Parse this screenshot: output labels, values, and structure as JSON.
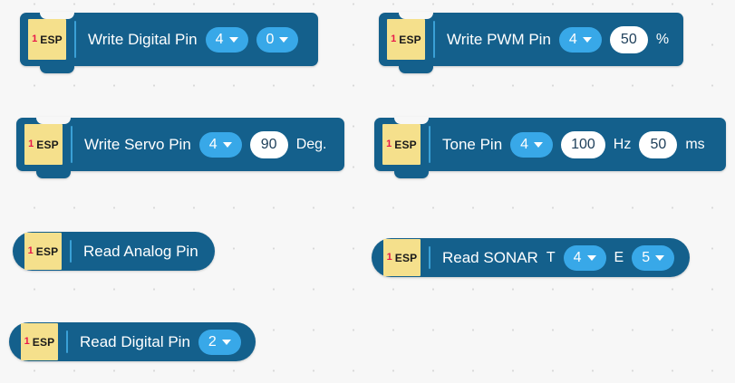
{
  "canvas": {
    "background_color": "#f7f7f7",
    "grid_dot_color": "#d9d9d9",
    "block_color": "#14608c",
    "badge_color": "#f5e08c",
    "badge_number_color": "#e8174a",
    "dropdown_color": "#38a8e8",
    "input_color": "#ffffff"
  },
  "badge": {
    "number": "1",
    "word": "ESP"
  },
  "blocks": [
    {
      "id": "write-digital-pin",
      "shape": "stack",
      "label": "Write Digital Pin",
      "fields": [
        {
          "kind": "dropdown",
          "name": "pin",
          "value": "4"
        },
        {
          "kind": "dropdown",
          "name": "state",
          "value": "0"
        }
      ]
    },
    {
      "id": "write-pwm-pin",
      "shape": "stack",
      "label": "Write PWM Pin",
      "fields": [
        {
          "kind": "dropdown",
          "name": "pin",
          "value": "4"
        },
        {
          "kind": "input",
          "name": "duty",
          "value": "50"
        },
        {
          "kind": "unit",
          "name": "percent",
          "value": "%"
        }
      ]
    },
    {
      "id": "write-servo-pin",
      "shape": "stack",
      "label": "Write Servo Pin",
      "fields": [
        {
          "kind": "dropdown",
          "name": "pin",
          "value": "4"
        },
        {
          "kind": "input",
          "name": "angle",
          "value": "90"
        },
        {
          "kind": "unit",
          "name": "degrees",
          "value": "Deg."
        }
      ]
    },
    {
      "id": "tone-pin",
      "shape": "stack",
      "label": "Tone Pin",
      "fields": [
        {
          "kind": "dropdown",
          "name": "pin",
          "value": "4"
        },
        {
          "kind": "input",
          "name": "frequency",
          "value": "100"
        },
        {
          "kind": "unit",
          "name": "hertz",
          "value": "Hz"
        },
        {
          "kind": "input",
          "name": "duration",
          "value": "50"
        },
        {
          "kind": "unit",
          "name": "milliseconds",
          "value": "ms"
        }
      ]
    },
    {
      "id": "read-analog-pin",
      "shape": "reporter",
      "label": "Read Analog Pin",
      "fields": []
    },
    {
      "id": "read-sonar",
      "shape": "reporter",
      "label": "Read SONAR",
      "fields": [
        {
          "kind": "unit",
          "name": "trigger",
          "value": "T"
        },
        {
          "kind": "dropdown",
          "name": "trigger-pin",
          "value": "4"
        },
        {
          "kind": "unit",
          "name": "echo",
          "value": "E"
        },
        {
          "kind": "dropdown",
          "name": "echo-pin",
          "value": "5"
        }
      ]
    },
    {
      "id": "read-digital-pin",
      "shape": "reporter",
      "label": "Read Digital Pin",
      "fields": [
        {
          "kind": "dropdown",
          "name": "pin",
          "value": "2"
        }
      ]
    }
  ]
}
